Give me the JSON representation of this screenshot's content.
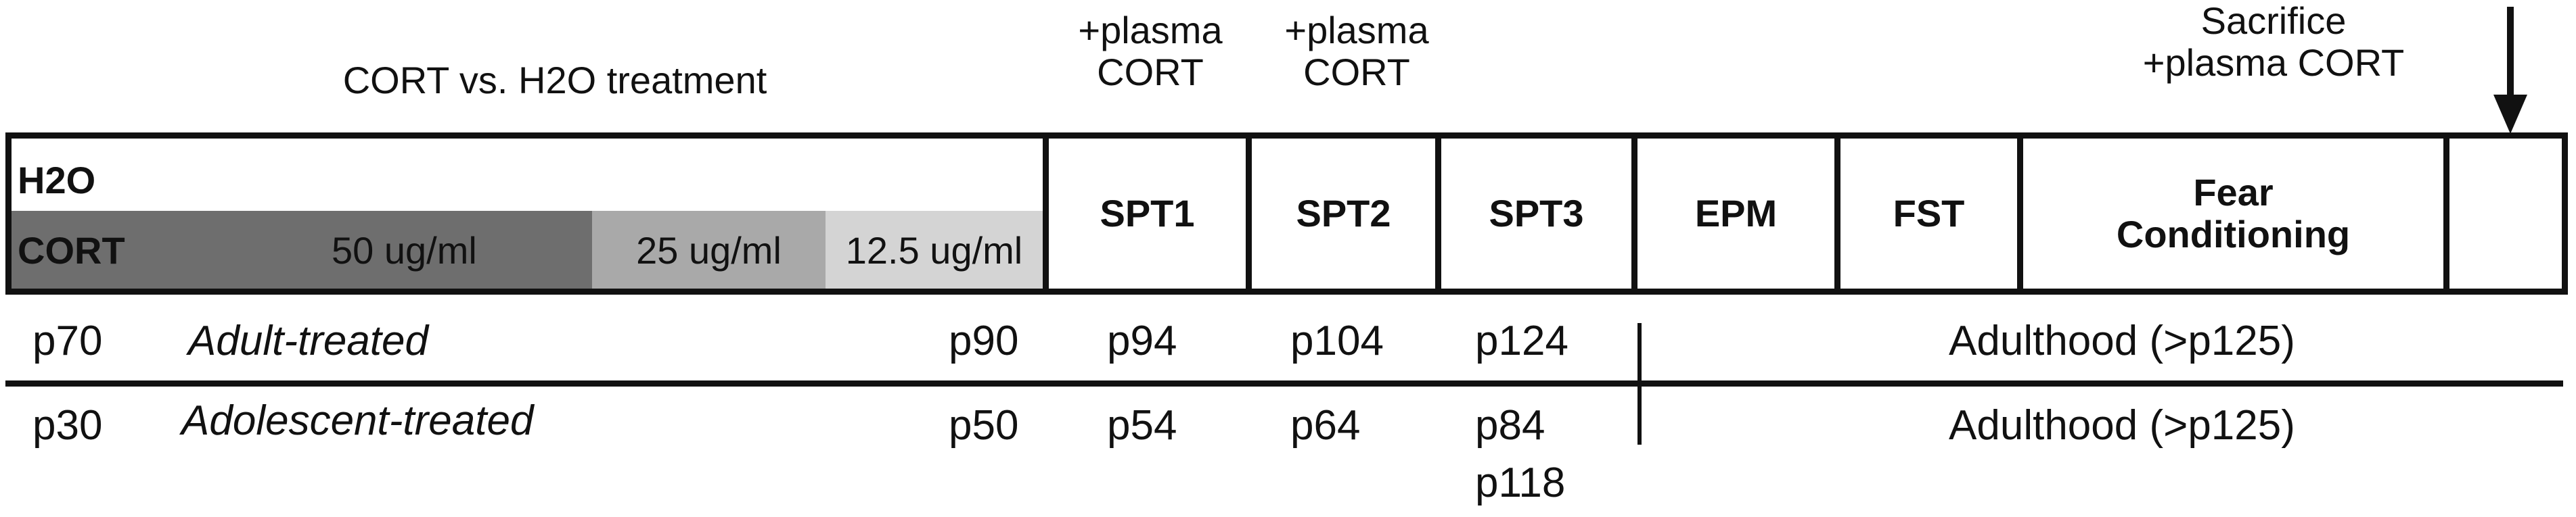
{
  "header": {
    "treatment_title": "CORT vs. H2O treatment",
    "spt1_note": [
      "+plasma",
      "CORT"
    ],
    "spt2_note": [
      "+plasma",
      "CORT"
    ],
    "sacrifice_note": [
      "Sacrifice",
      "+plasma CORT"
    ]
  },
  "timeline": {
    "h2o_label": "H2O",
    "cort_label": "CORT",
    "dose1": "50 ug/ml",
    "dose2": "25 ug/ml",
    "dose3": "12.5 ug/ml",
    "steps": [
      "SPT1",
      "SPT2",
      "SPT3",
      "EPM",
      "FST"
    ],
    "fear": [
      "Fear",
      "Conditioning"
    ]
  },
  "rows": {
    "adult": {
      "start": "p70",
      "label": "Adult-treated",
      "end": "p90",
      "spt1": "p94",
      "spt2": "p104",
      "spt3": "p124",
      "adulthood": "Adulthood (>p125)"
    },
    "adolescent": {
      "start": "p30",
      "label": "Adolescent-treated",
      "end": "p50",
      "spt1": "p54",
      "spt2": "p64",
      "spt3a": "p84",
      "spt3b": "p118",
      "adulthood": "Adulthood (>p125)"
    }
  },
  "colors": {
    "cort_dark": "#6e6e6e",
    "dose_mid": "#a9a9a9",
    "dose_light": "#d4d4d4",
    "line": "#111111"
  }
}
